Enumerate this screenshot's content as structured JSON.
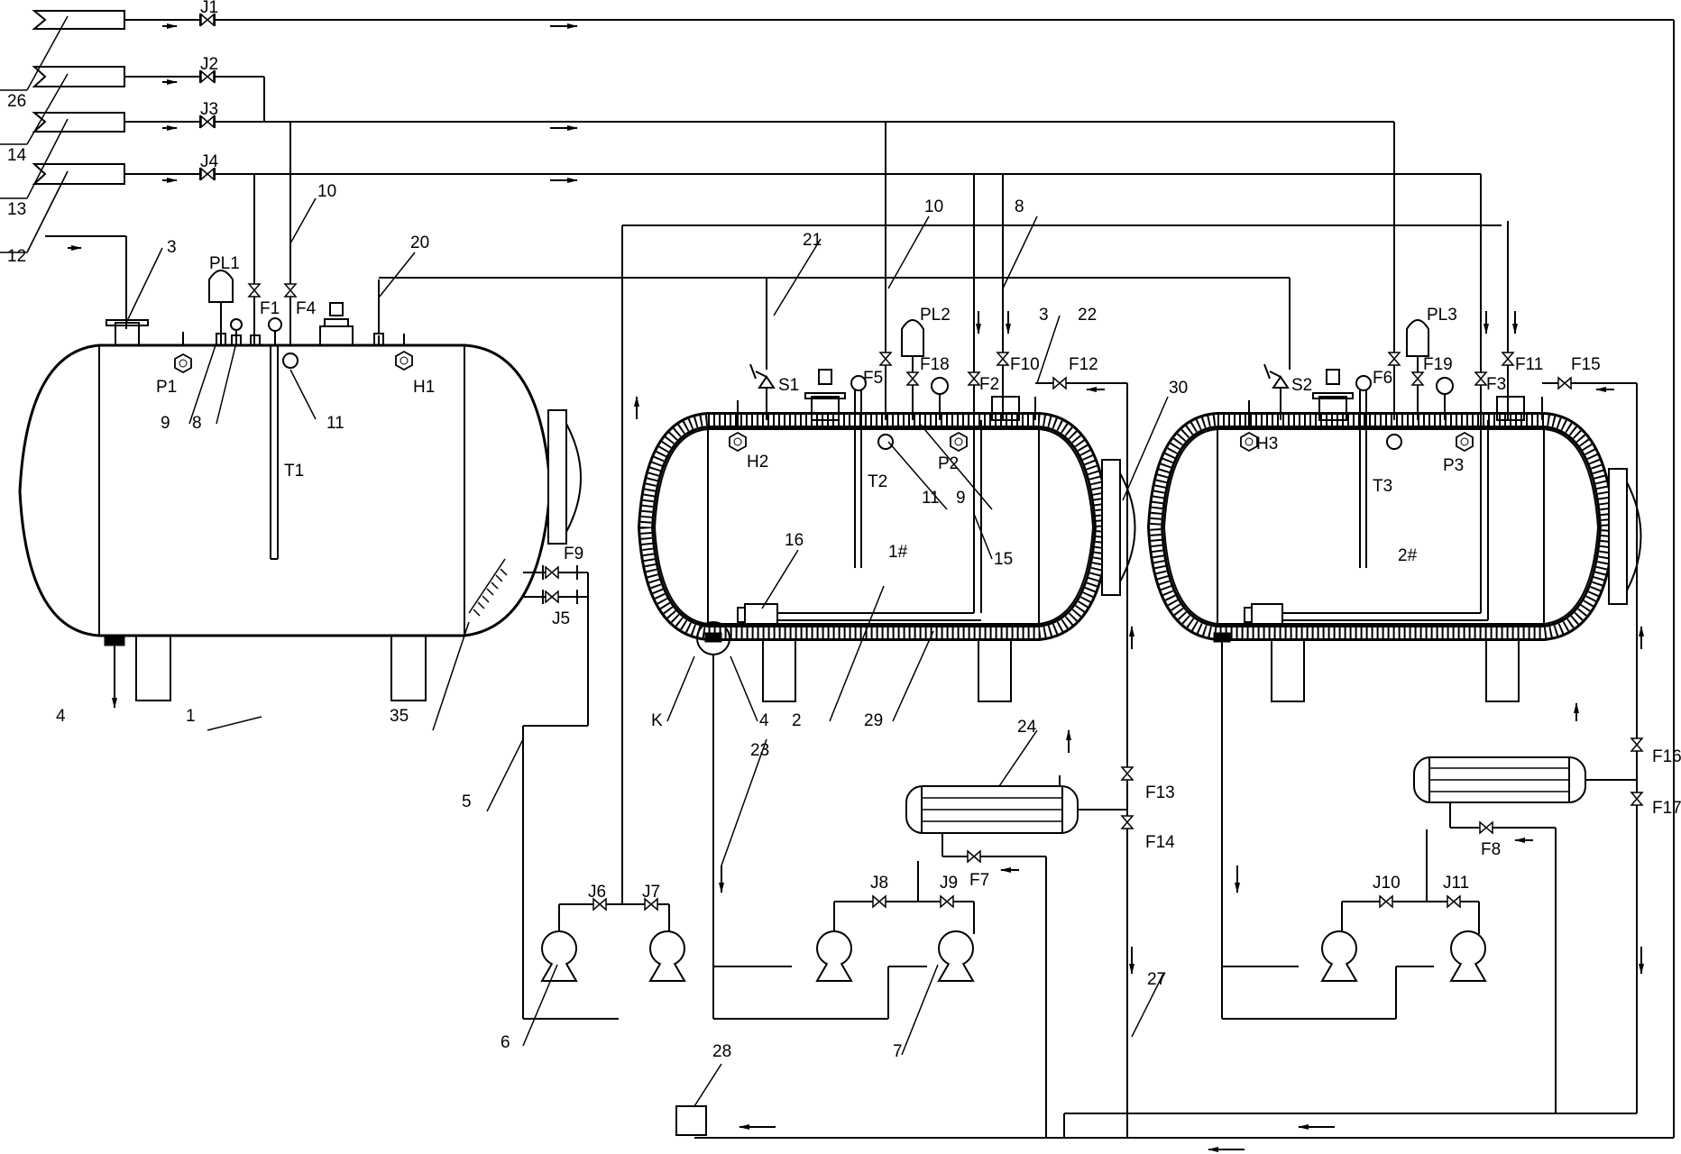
{
  "labels": {
    "n1": "1",
    "n2": "2",
    "n3a": "3",
    "n3b": "3",
    "n4a": "4",
    "n4b": "4",
    "n5": "5",
    "n6": "6",
    "n7": "7",
    "n8a": "8",
    "n8b": "8",
    "n9a": "9",
    "n9b": "9",
    "n10a": "10",
    "n10b": "10",
    "n11a": "11",
    "n11b": "11",
    "n12": "12",
    "n13": "13",
    "n14": "14",
    "n15": "15",
    "n16": "16",
    "n20": "20",
    "n21": "21",
    "n22": "22",
    "n23": "23",
    "n24": "24",
    "n26": "26",
    "n27": "27",
    "n28": "28",
    "n29": "29",
    "n30": "30",
    "n35": "35",
    "k": "K"
  },
  "tank_marks": {
    "tank1": "1#",
    "tank2": "2#"
  },
  "valves": {
    "J1": "J1",
    "J2": "J2",
    "J3": "J3",
    "J4": "J4",
    "J5": "J5",
    "J6": "J6",
    "J7": "J7",
    "J8": "J8",
    "J9": "J9",
    "J10": "J10",
    "J11": "J11",
    "F1": "F1",
    "F2": "F2",
    "F3": "F3",
    "F4": "F4",
    "F5": "F5",
    "F6": "F6",
    "F7": "F7",
    "F8": "F8",
    "F9": "F9",
    "F10": "F10",
    "F11": "F11",
    "F12": "F12",
    "F13": "F13",
    "F14": "F14",
    "F15": "F15",
    "F16": "F16",
    "F17": "F17",
    "F18": "F18",
    "F19": "F19",
    "S1": "S1",
    "S2": "S2"
  },
  "instruments": {
    "P1": "P1",
    "P2": "P2",
    "P3": "P3",
    "H1": "H1",
    "H2": "H2",
    "H3": "H3",
    "T1": "T1",
    "T2": "T2",
    "T3": "T3",
    "PL1": "PL1",
    "PL2": "PL2",
    "PL3": "PL3"
  }
}
